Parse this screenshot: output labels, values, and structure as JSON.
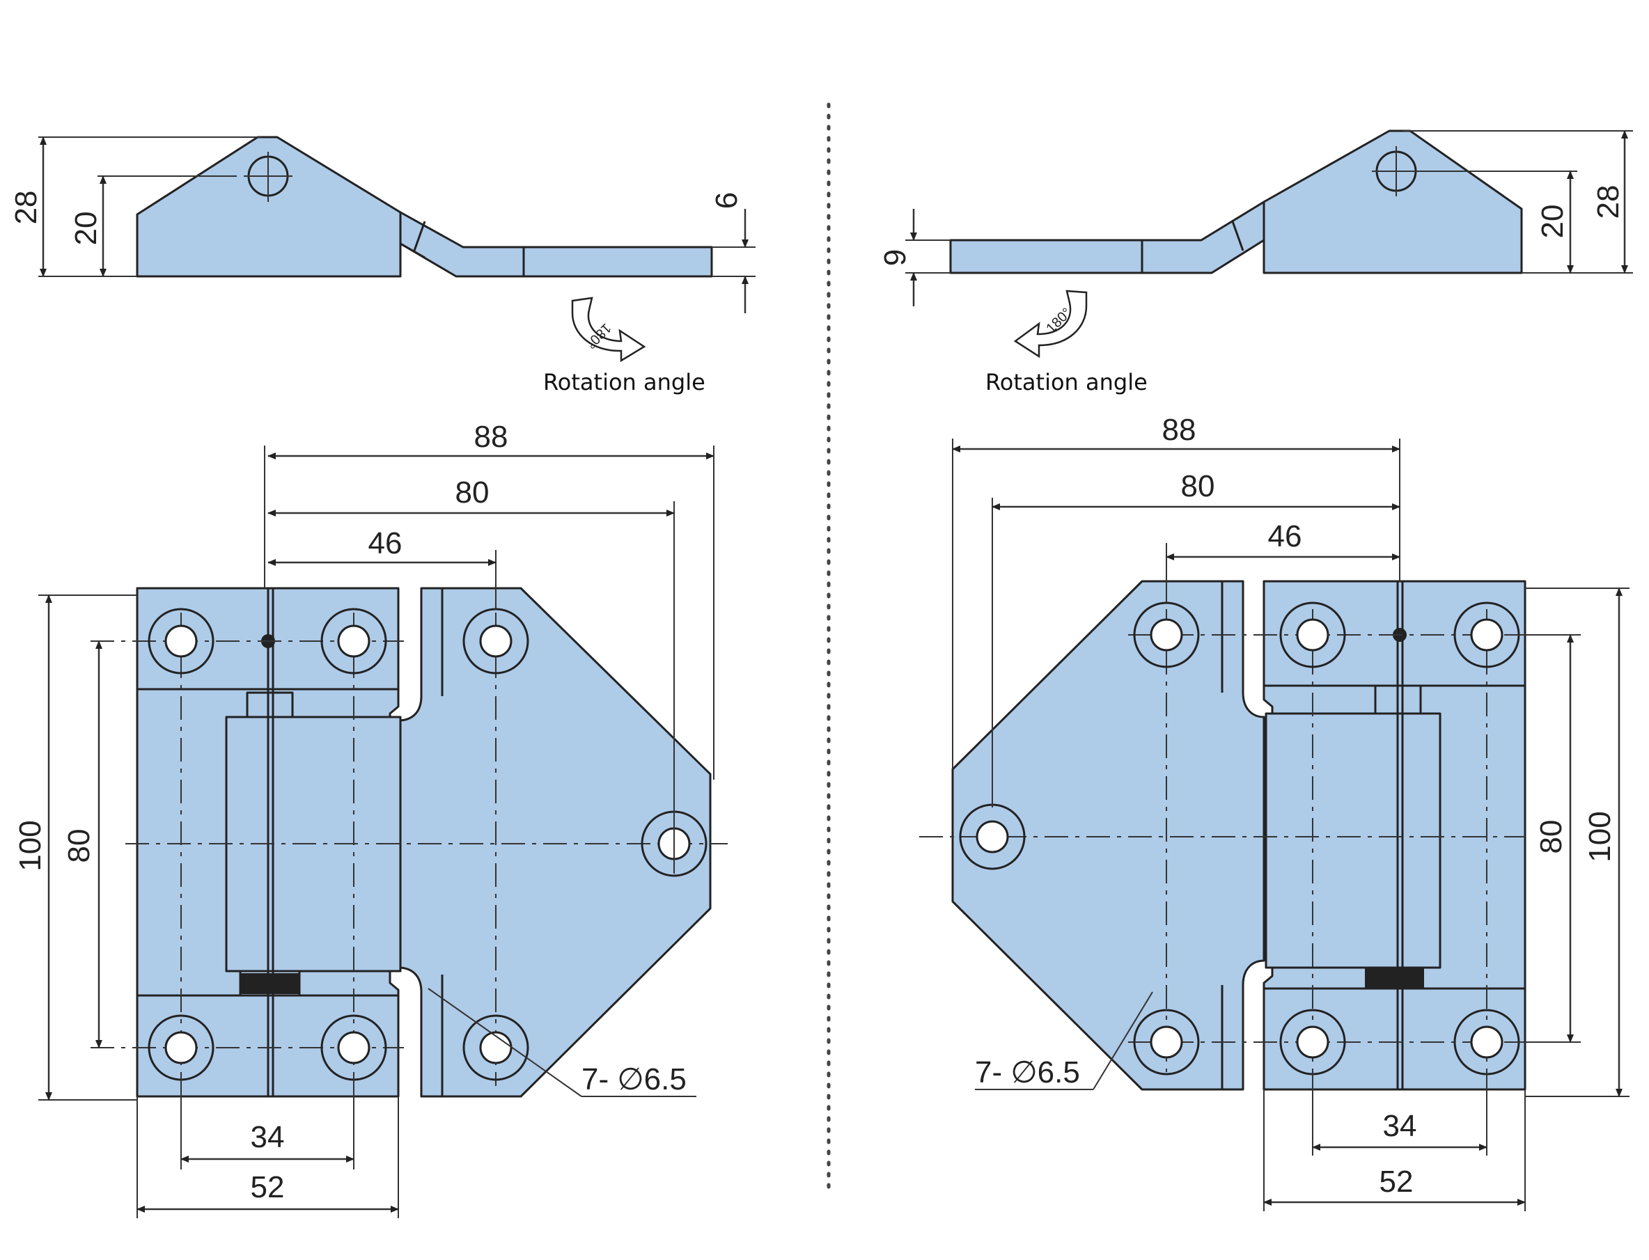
{
  "left_view": {
    "side": {
      "dims": {
        "height_total": "28",
        "pin_height": "20",
        "plate_thickness": "6"
      },
      "rotation_degrees": "180°",
      "rotation_label": "Rotation angle"
    },
    "plan": {
      "dims": {
        "overall_width": "88",
        "hole_span": "80",
        "pin_to_hole": "46",
        "height": "100",
        "hole_pitch": "80",
        "hole_spacing": "34",
        "leaf_width": "52"
      },
      "hole_callout": "7- ∅6.5"
    }
  },
  "right_view": {
    "side": {
      "dims": {
        "height_total": "28",
        "pin_height": "20",
        "plate_thickness": "9"
      },
      "rotation_degrees": "180°",
      "rotation_label": "Rotation angle"
    },
    "plan": {
      "dims": {
        "overall_width": "88",
        "hole_span": "80",
        "pin_to_hole": "46",
        "height": "100",
        "hole_pitch": "80",
        "hole_spacing": "34",
        "leaf_width": "52"
      },
      "hole_callout": "7- ∅6.5"
    }
  },
  "colors": {
    "part_fill": "#aecbe8",
    "line": "#222222"
  }
}
